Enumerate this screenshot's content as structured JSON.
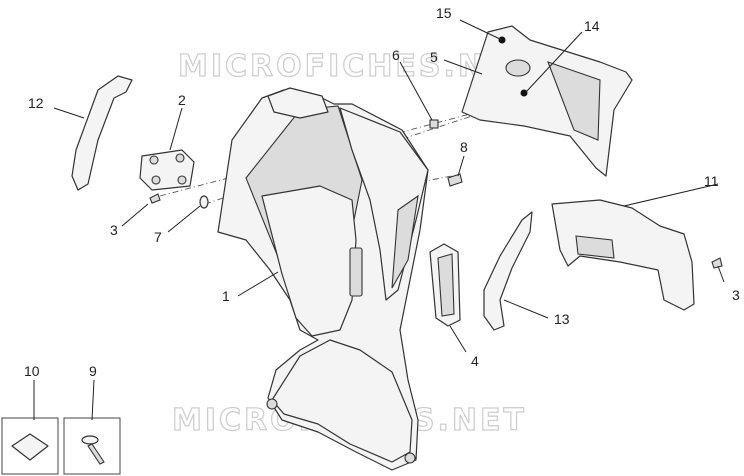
{
  "watermark": "MICROFICHES.NET",
  "callouts": [
    "1",
    "2",
    "3",
    "3",
    "4",
    "5",
    "6",
    "7",
    "8",
    "9",
    "10",
    "11",
    "12",
    "13",
    "14",
    "15"
  ]
}
